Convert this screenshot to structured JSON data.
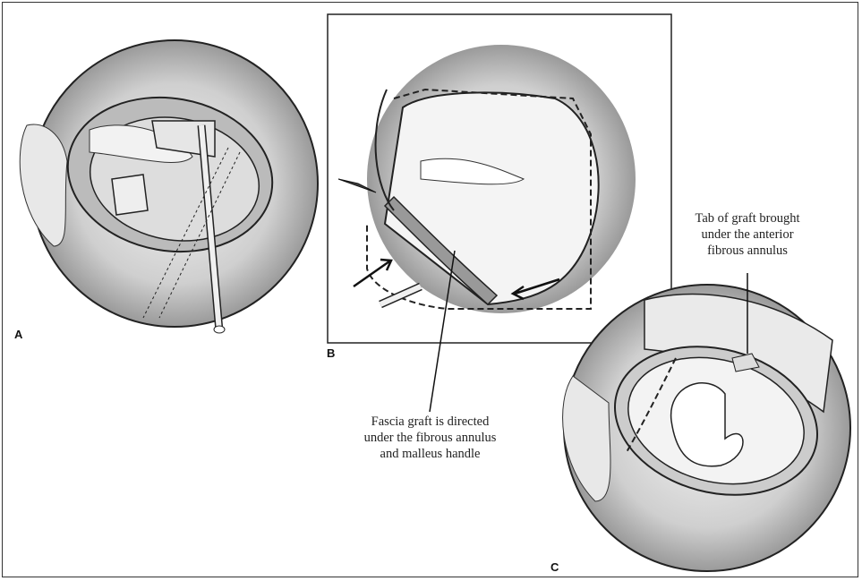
{
  "panels": [
    {
      "label": "A"
    },
    {
      "label": "B"
    },
    {
      "label": "C"
    }
  ],
  "annotations": {
    "fascia_graft": [
      "Fascia graft is directed",
      "under the fibrous annulus",
      "and malleus handle"
    ],
    "tab_of_graft": [
      "Tab of graft brought",
      "under the anterior",
      "fibrous annulus"
    ]
  }
}
